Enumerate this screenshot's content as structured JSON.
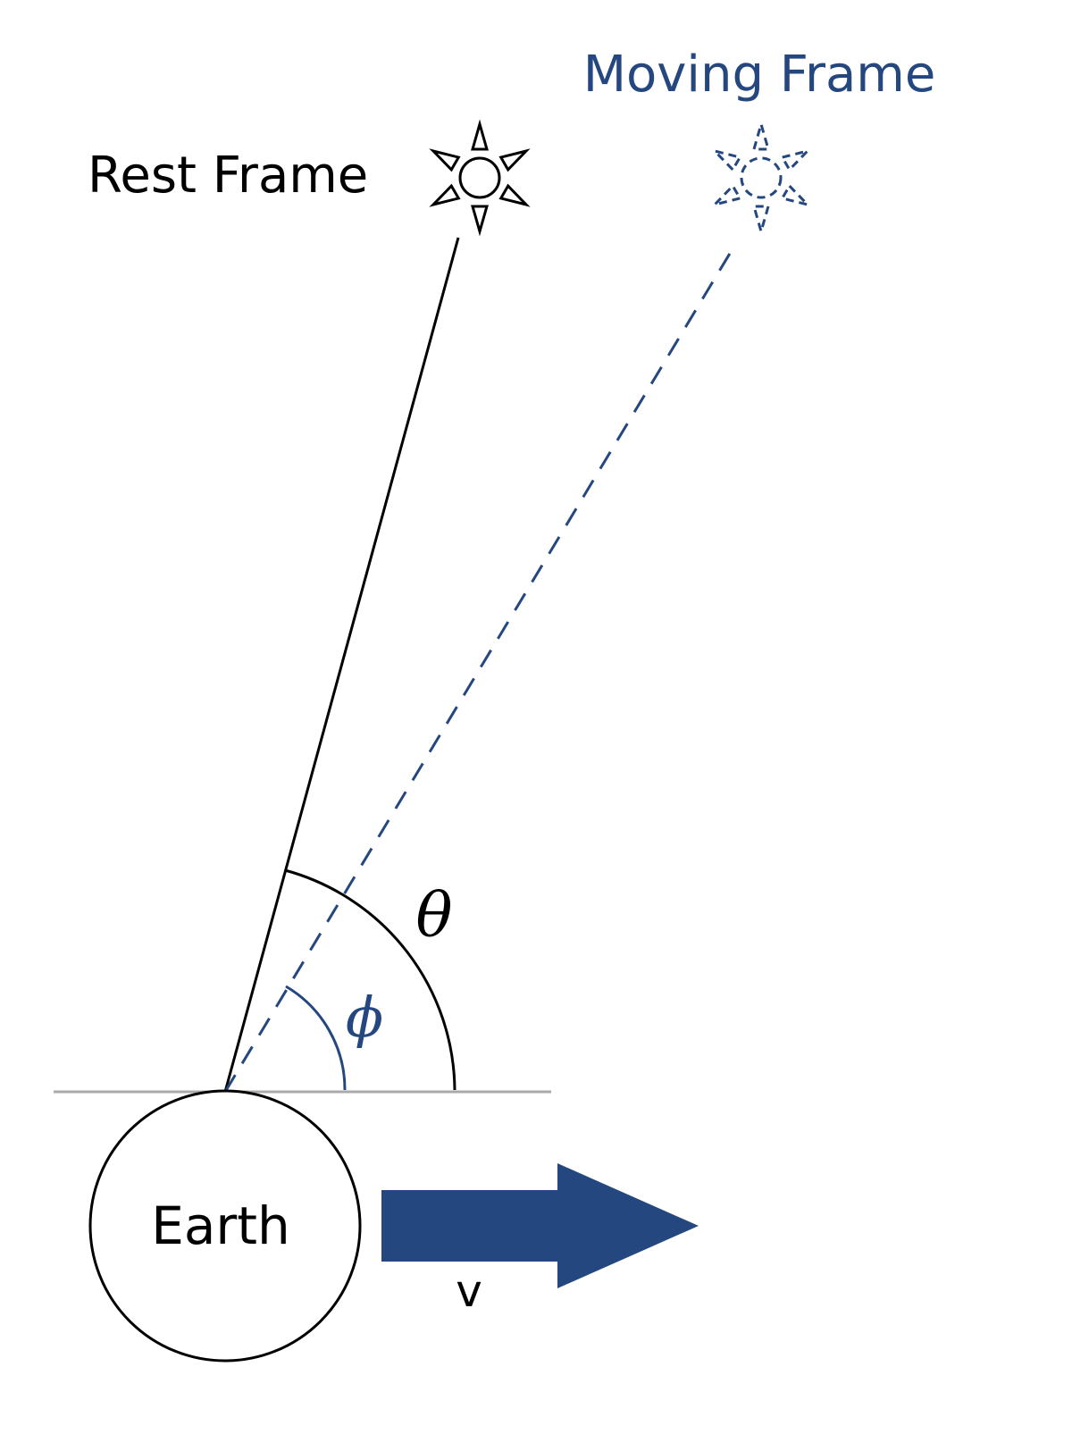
{
  "labels": {
    "rest_frame": "Rest Frame",
    "moving_frame": "Moving Frame",
    "earth": "Earth",
    "velocity": "v",
    "theta": "θ",
    "phi": "ϕ"
  },
  "colors": {
    "rest": "#000000",
    "moving": "#25477f",
    "horizon": "#aaaaaa",
    "background": "#ffffff"
  },
  "icons": {
    "rest_star": "sun-icon",
    "moving_star": "sun-dashed-icon"
  }
}
